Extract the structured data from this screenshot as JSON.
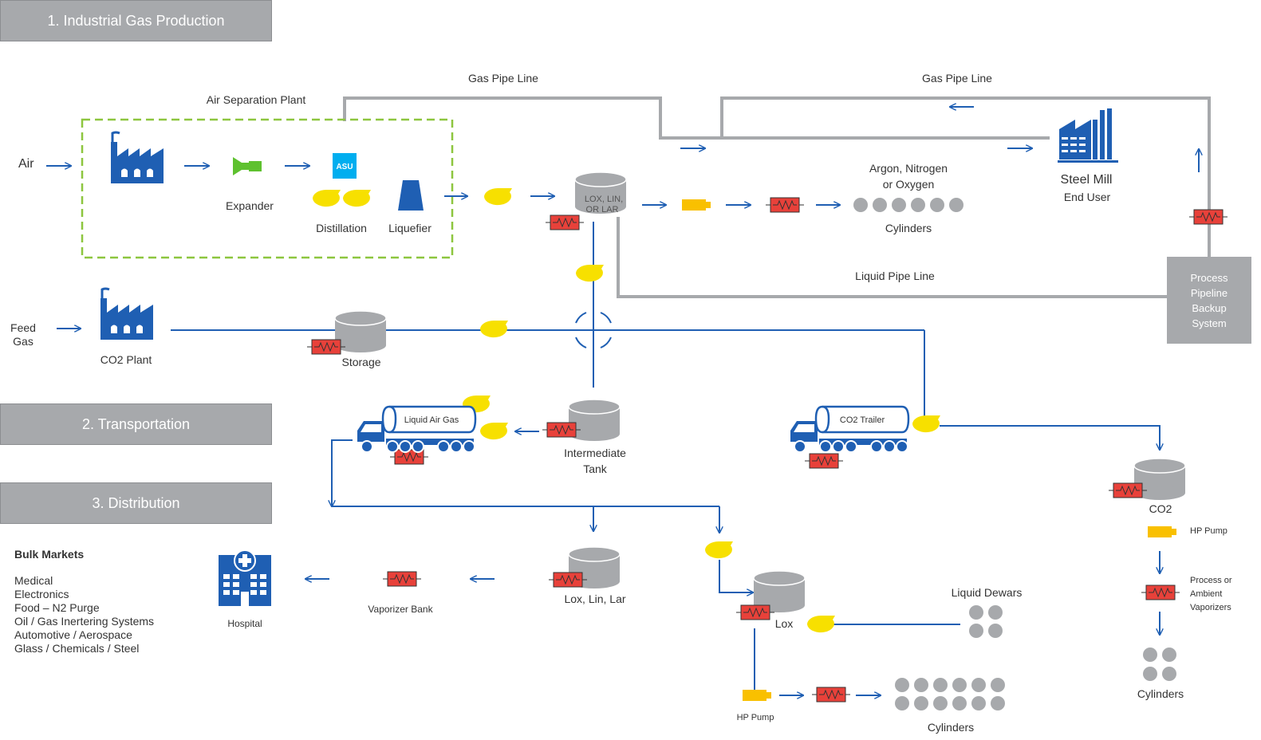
{
  "sections": {
    "production": "1. Industrial Gas Production",
    "transportation": "2. Transportation",
    "distribution": "3. Distribution"
  },
  "labels": {
    "air": "Air",
    "air_separation_plant": "Air Separation Plant",
    "gas_pipe_line_left": "Gas Pipe Line",
    "gas_pipe_line_right": "Gas Pipe Line",
    "expander": "Expander",
    "asu": "ASU",
    "distillation": "Distillation",
    "liquefier": "Liquefier",
    "lox_lin_lar_tank": "LOX, LIN,\nOR LAR",
    "argon_nitrogen_oxygen": "Argon, Nitrogen\nor Oxygen",
    "cylinders_top": "Cylinders",
    "steel_mill": "Steel Mill",
    "end_user": "End User",
    "liquid_pipe_line": "Liquid Pipe Line",
    "process_pipeline_backup": "Process\nPipeline\nBackup\nSystem",
    "feed_gas": "Feed\nGas",
    "co2_plant": "CO2 Plant",
    "storage": "Storage",
    "liquid_air_gas": "Liquid Air Gas",
    "intermediate_tank": "Intermediate\nTank",
    "co2_trailer": "CO2 Trailer",
    "co2": "CO2",
    "hp_pump_right": "HP Pump",
    "process_or_ambient": "Process or\nAmbient\nVaporizers",
    "cylinders_right": "Cylinders",
    "hospital": "Hospital",
    "vaporizer_bank": "Vaporizer Bank",
    "lox_lin_lar": "Lox, Lin, Lar",
    "lox": "Lox",
    "liquid_dewars": "Liquid Dewars",
    "hp_pump_bottom": "HP Pump",
    "cylinders_bottom": "Cylinders"
  },
  "bulk_markets": {
    "title": "Bulk Markets",
    "items": [
      "Medical",
      "Electronics",
      "Food – N2 Purge",
      "Oil / Gas Inertering Systems",
      "Automotive / Aerospace",
      "Glass / Chemicals / Steel"
    ]
  },
  "colors": {
    "flow_line": "#1f5fb3",
    "pipe_gray": "#a7a9ac",
    "icon_blue": "#1f5fb3",
    "pump_yellow": "#f7e000",
    "hp_pump_orange": "#f9c000",
    "vaporizer_red": "#e8413a",
    "asu_cyan": "#00aeef",
    "expander_green": "#5ec12f",
    "plant_boundary_green": "#8dc63f",
    "tank_gray": "#a7a9ac",
    "cylinder_gray": "#a7a9ac"
  },
  "icons": [
    "factory-icon",
    "expander-icon",
    "asu-icon",
    "distillation-column-icon",
    "liquefier-icon",
    "storage-tank-icon",
    "pump-icon",
    "hp-pump-icon",
    "vaporizer-icon",
    "cylinder-icon",
    "steel-mill-icon",
    "tanker-truck-icon",
    "hospital-icon"
  ]
}
